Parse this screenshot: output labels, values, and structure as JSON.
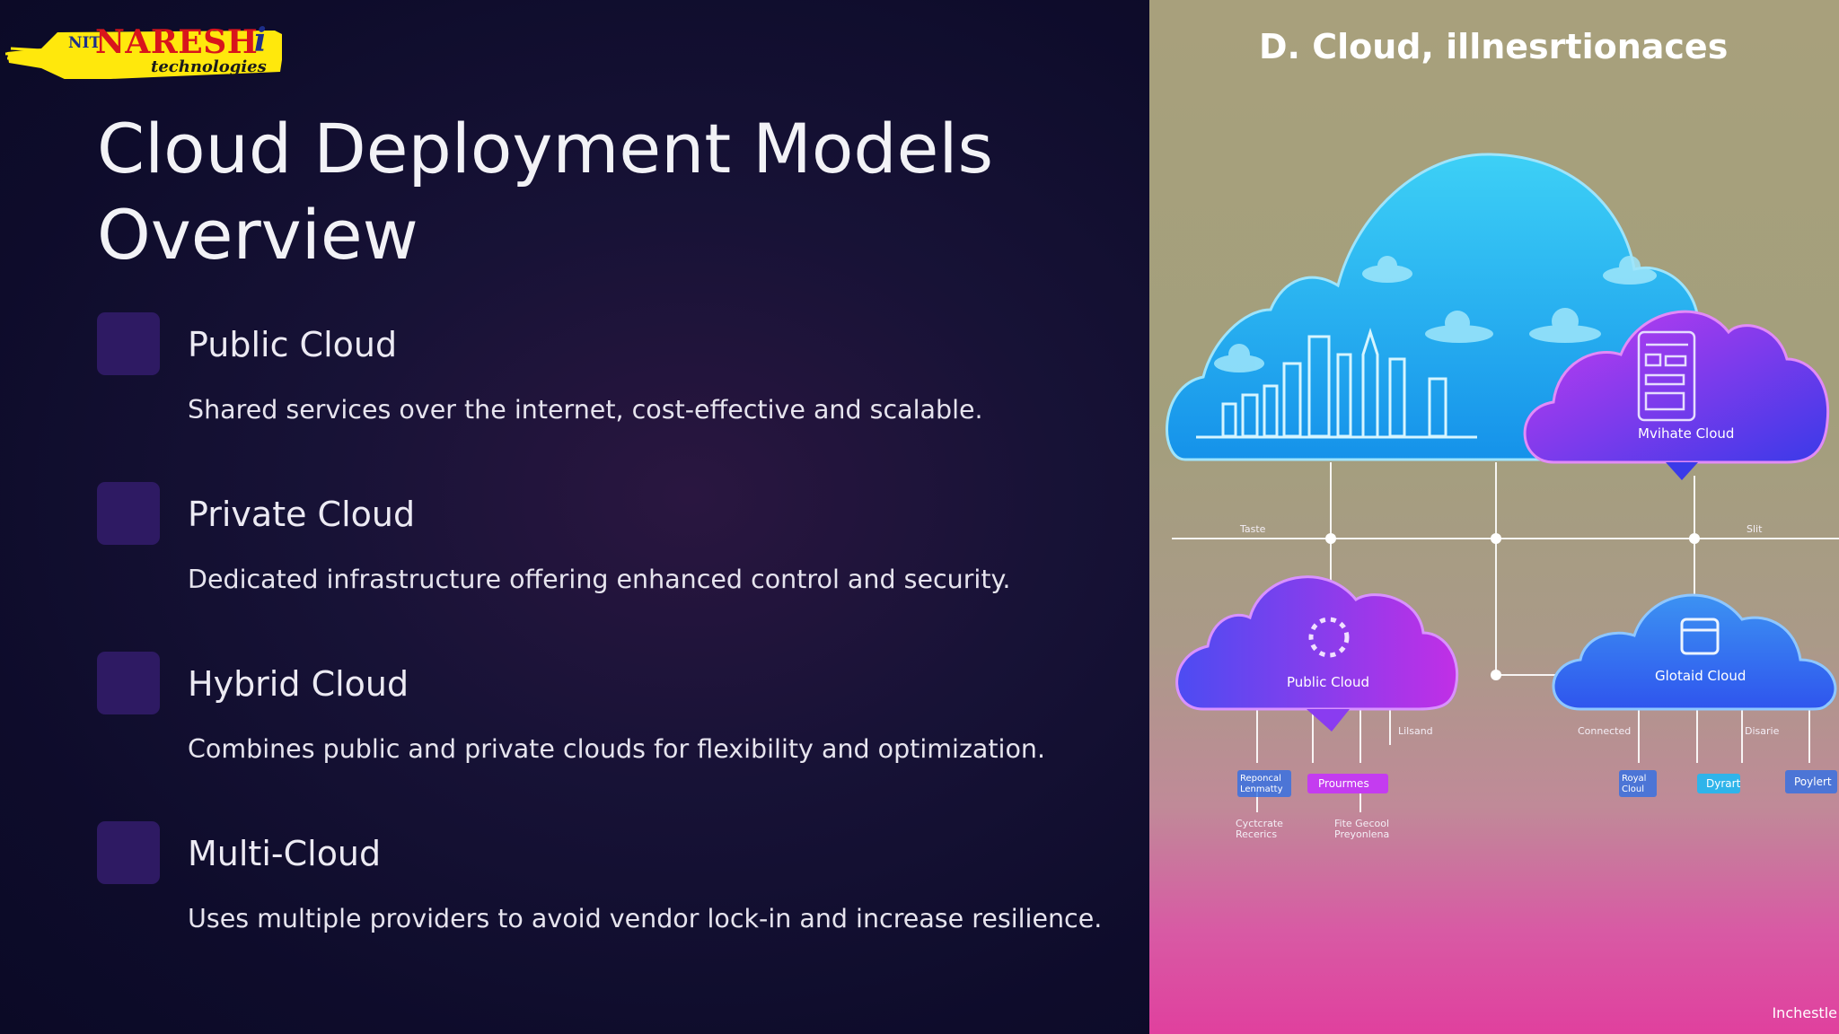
{
  "logo": {
    "nit": "NIT",
    "brand": "NARESH",
    "i": "i",
    "sub": "technologies"
  },
  "slide": {
    "title": "Cloud Deployment Models Overview",
    "items": [
      {
        "name": "Public Cloud",
        "desc": "Shared services over the internet, cost-effective and scalable."
      },
      {
        "name": "Private Cloud",
        "desc": "Dedicated infrastructure offering enhanced control and security."
      },
      {
        "name": "Hybrid Cloud",
        "desc": "Combines public and private clouds for flexibility and optimization."
      },
      {
        "name": "Multi-Cloud",
        "desc": "Uses multiple providers to avoid vendor lock-in and increase resilience."
      }
    ]
  },
  "illustration": {
    "title": "D. Cloud, illnesrtionaces",
    "private_cloud": "Mvihate Cloud",
    "public_cloud": "Public Cloud",
    "hybrid_cloud": "Glotaid Cloud",
    "line_left": "Taste",
    "line_right": "Slit",
    "pub_right_label": "Lilsand",
    "hyb_left_label": "Connected",
    "hyb_right_label": "Disarie",
    "chip_1": "Reponcal Lenmatty",
    "chip_2": "Prourmes",
    "chip_3": "Royal Cloul",
    "chip_4": "Dyrart",
    "chip_5": "Poylert",
    "sub_1": "Cyctcrate Recerics",
    "sub_2": "Fite Gecool Preyonlena",
    "corner": "Inchestle"
  },
  "colors": {
    "background": "#0f0d2c",
    "item_box": "#2e1a63",
    "title_text": "#f2f2f6",
    "cloud_blue": "#1fb8f0",
    "cloud_purple": "#b62ce0"
  }
}
